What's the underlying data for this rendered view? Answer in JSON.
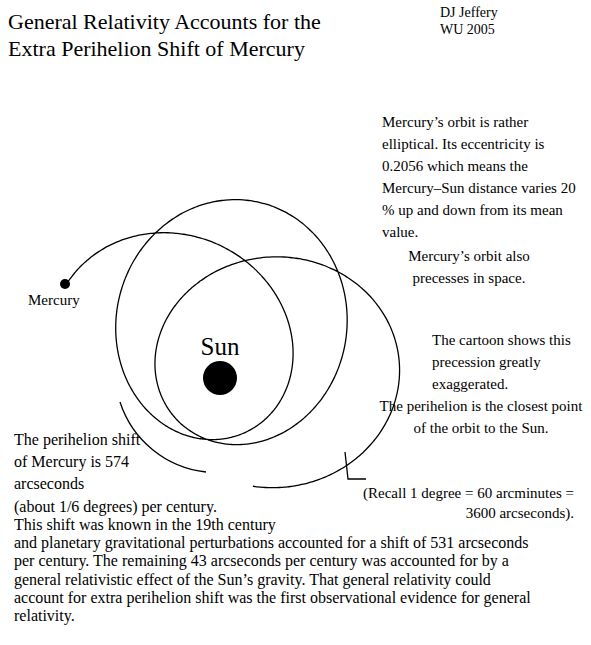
{
  "diagram": {
    "title": "General Relativity Accounts for the Extra Perihelion Shift of Mercury",
    "nodes": [
      {
        "text": [
          "Mercury"
        ]
      },
      {
        "text": [
          "Sun"
        ]
      }
    ],
    "labels": [
      "DJ Jeffery WU 2005",
      "Mercury’s orbit is rather elliptical. Its eccentricity is 0.2056 which means the Mercury–Sun distance varies 20 % up and down from its mean value.",
      "Mercury’s orbit also precesses in space.",
      "The cartoon shows this precession greatly exaggerated.",
      "The perihelion is the closest point of the orbit to the Sun.",
      "The perihelion shift of Mercury is 574 arcseconds",
      "(Recall 1 degree = 60 arcminutes = 3600 arcseconds).",
      "(about 1/6 degrees) per century.",
      "This shift was known in the 19th century",
      "and planetary gravitational perturbations accounted for a shift of 531 arcseconds per century. The remaining 43 arcseconds per century was accounted for by a general relativistic effect of the Sun’s gravity. That general relativity could account for extra perihelion shift was the first observational evidence for general relativity."
    ]
  }
}
